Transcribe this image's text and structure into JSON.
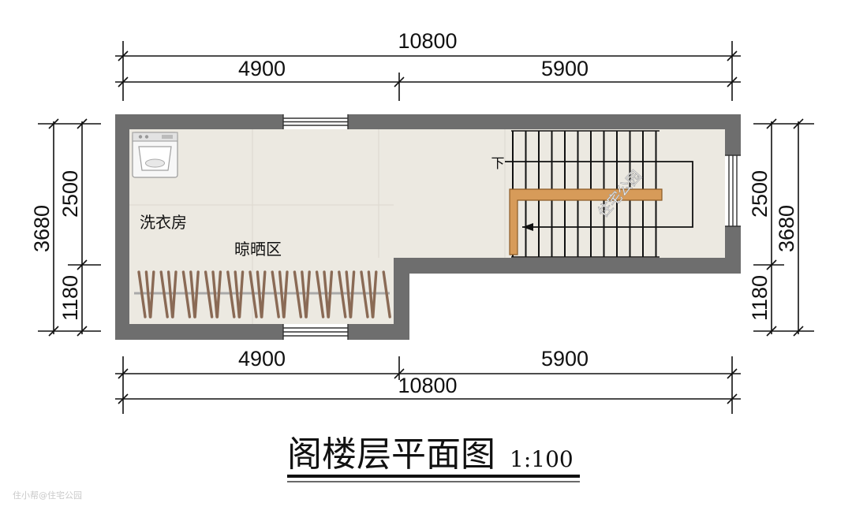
{
  "dimensions": {
    "top_total": "10800",
    "top_left": "4900",
    "top_right": "5900",
    "bottom_left": "4900",
    "bottom_right": "5900",
    "bottom_total": "10800",
    "left_total": "3680",
    "left_upper": "2500",
    "left_lower": "1180",
    "right_upper": "2500",
    "right_total": "3680",
    "right_lower": "1180"
  },
  "rooms": {
    "laundry": "洗衣房",
    "drying": "晾晒区"
  },
  "stair": {
    "down_label": "下"
  },
  "title": {
    "text": "阁楼层平面图",
    "scale": "1:100"
  },
  "watermark": {
    "corner": "住小帮@住宅公园",
    "stamp": "住宅公园"
  },
  "colors": {
    "wall": "#6e6e6e",
    "floor": "#ece9e1",
    "stair_rail": "#c4904e",
    "hanger": "#8a6a55"
  }
}
